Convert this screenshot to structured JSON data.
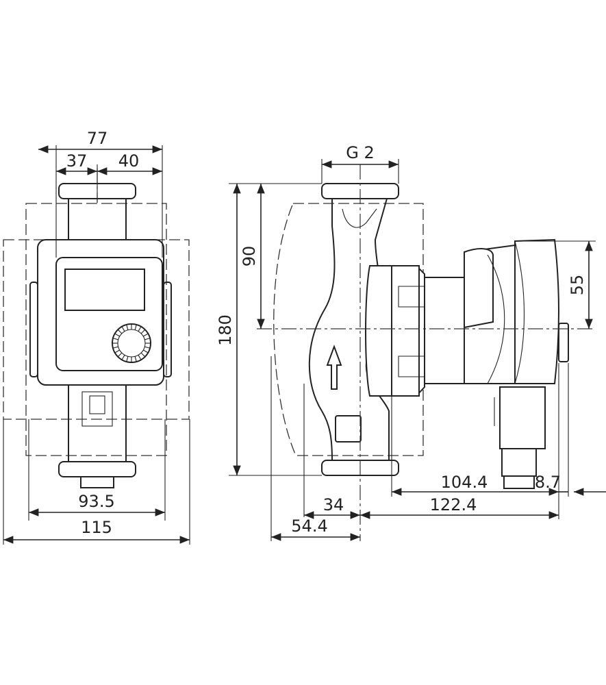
{
  "dimensions": {
    "front_total_width": "77",
    "front_left": "37",
    "front_right": "40",
    "front_flange_width": "93.5",
    "front_overall_width": "115",
    "thread": "G 2",
    "height_upper": "90",
    "height_total": "180",
    "motor_height": "55",
    "length_motor": "104.4",
    "length_cap": "8.7",
    "length_total": "122.4",
    "offset_inner": "34",
    "offset_outer": "54.4"
  },
  "icons": {
    "flow_direction": "up-arrow-icon",
    "control_knob": "ribbed-knob-icon"
  }
}
